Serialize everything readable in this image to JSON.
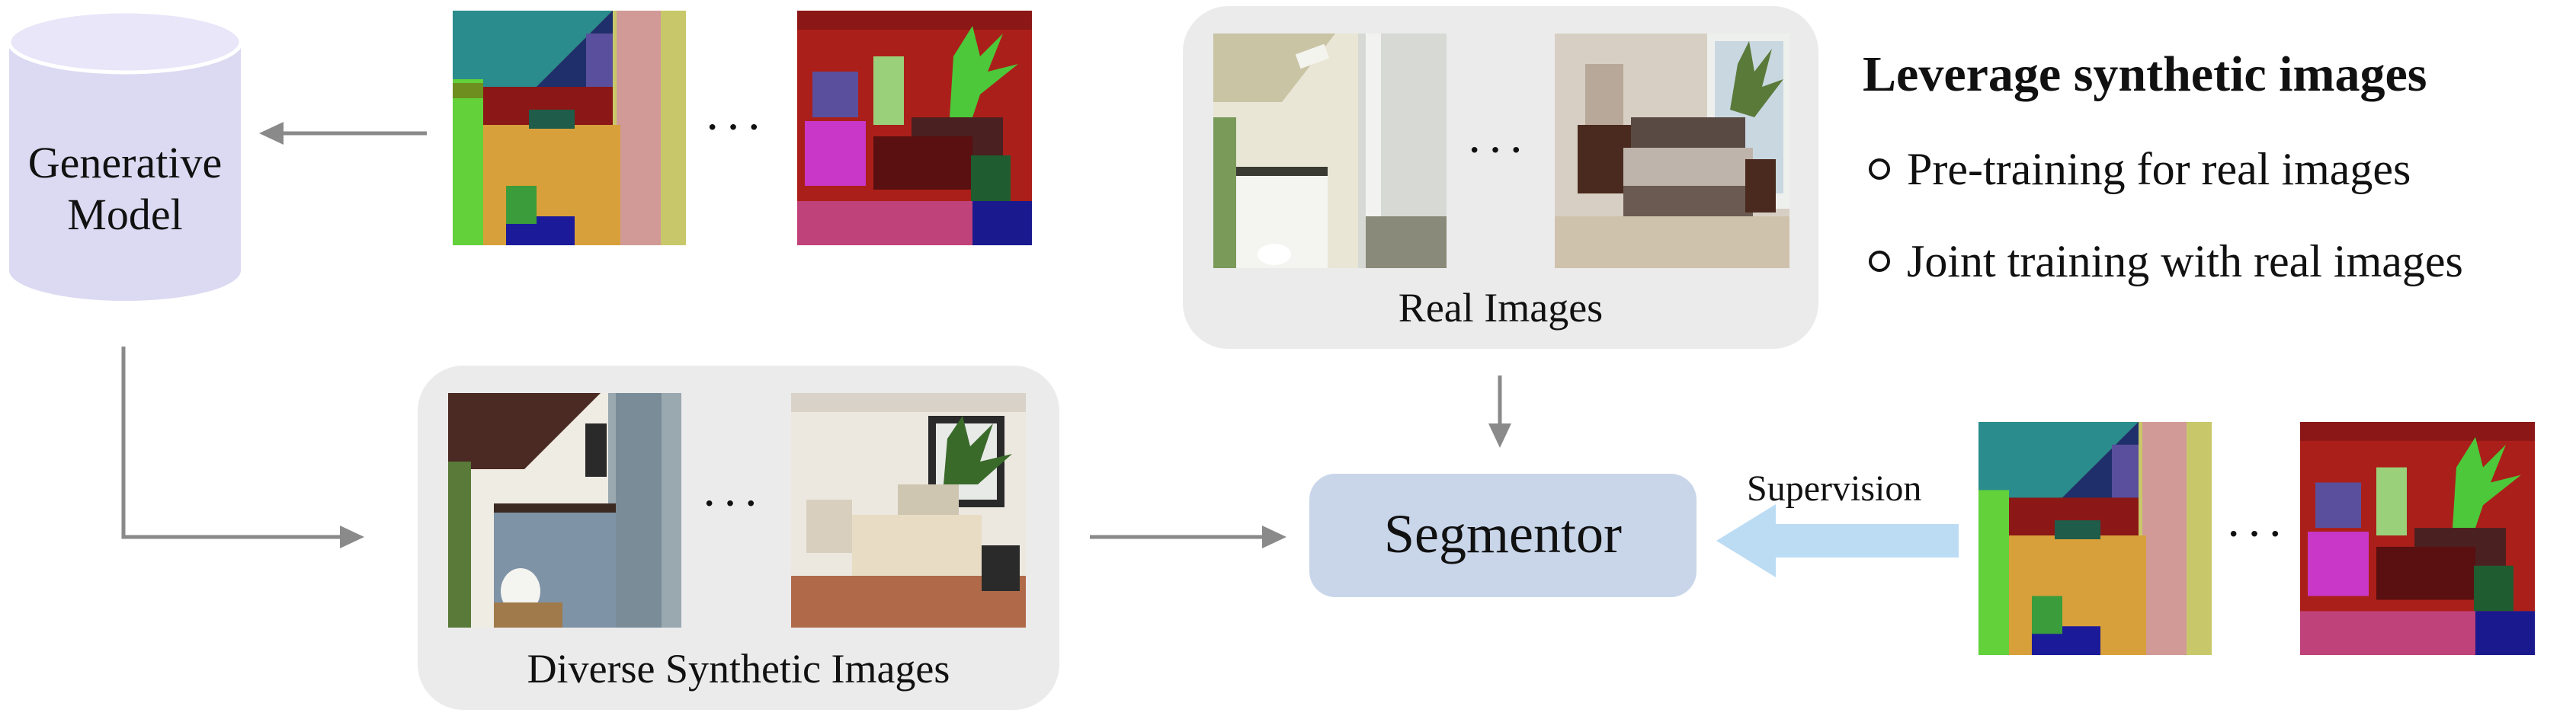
{
  "generative_model": {
    "label_line1": "Generative",
    "label_line2": "Model"
  },
  "real_images": {
    "caption": "Real Images"
  },
  "synthetic_images": {
    "caption": "Diverse Synthetic Images"
  },
  "segmentor": {
    "label": "Segmentor"
  },
  "supervision": {
    "label": "Supervision"
  },
  "ellipsis": "···",
  "bullets": {
    "title": "Leverage synthetic images",
    "items": [
      "Pre-training for real images",
      "Joint training with real images"
    ]
  },
  "colors": {
    "cylinder": "#dcdaf2",
    "panel": "#ebebeb",
    "segmentor_box": "#c9d6ea",
    "arrow_gray": "#8a8a8a",
    "supervision_arrow": "#bcdcf4"
  }
}
